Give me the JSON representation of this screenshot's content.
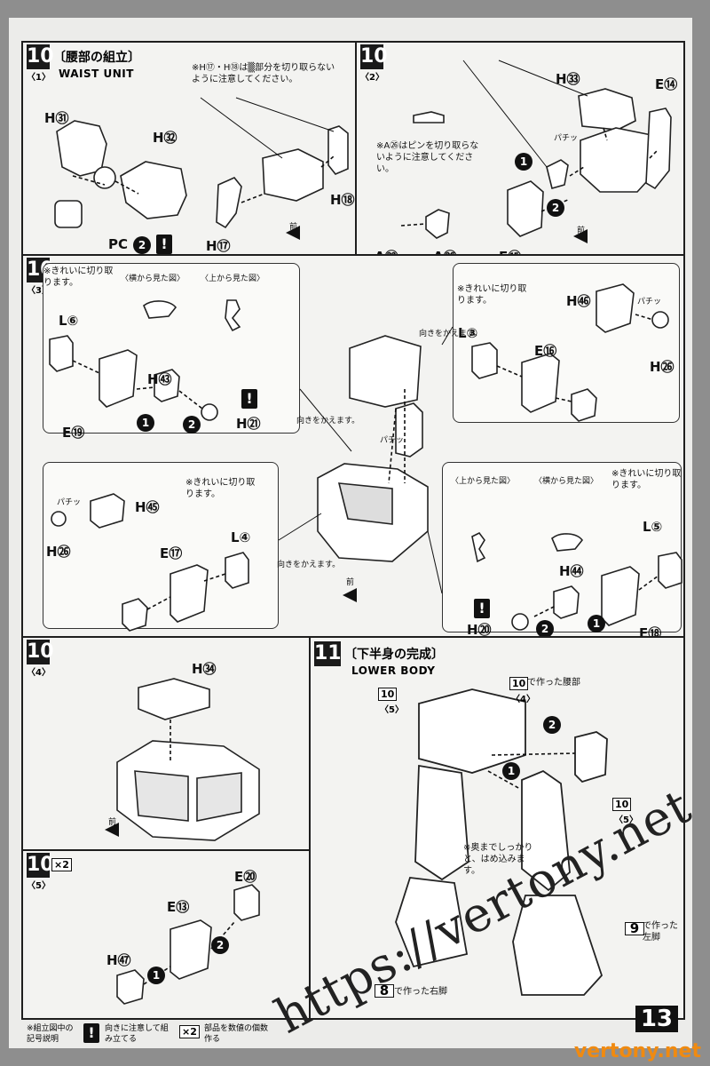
{
  "page_number": "13",
  "brand_watermark": "vertony.net",
  "url_watermark": "https://vertony.net",
  "colors": {
    "brand": "#f08a10",
    "ink": "#111111"
  },
  "step10": {
    "number": "10",
    "sub1": "〈1〉",
    "sub2": "〈2〉",
    "sub3": "〈3〉",
    "sub4": "〈4〉",
    "sub5": "〈5〉",
    "title_jp": "〔腰部の組立〕",
    "title_en": "WAIST UNIT",
    "multiplier": "×2",
    "note_cut": "※H⑰・H⑱は▒部分を切り取らないように注意してください。",
    "note_pin": "※A㉖はピンを切り取らないように注意してください。",
    "note_clean": "※きれいに切り取ります。",
    "side_view": "〈横から見た図〉",
    "top_view": "〈上から見た図〉",
    "turn": "向きをかえます。",
    "front": "前",
    "snap": "パチッ"
  },
  "labels": {
    "h61": "H㉛",
    "h32": "H㉜",
    "pc2": "PC",
    "h17": "H⑰",
    "h18": "H⑱",
    "h33": "H㉝",
    "e14": "E⑭",
    "e15": "E⑮",
    "a22": "A㉒",
    "a26": "A㉖",
    "l6": "L⑥",
    "e19": "E⑲",
    "h43": "H㊸",
    "h21": "H㉑",
    "l3": "L③",
    "e16": "E⑯",
    "h46": "H㊻",
    "h26": "H㉖",
    "h45": "H㊺",
    "h26b": "H㉖",
    "e17": "E⑰",
    "l4": "L④",
    "l5": "L⑤",
    "h44": "H㊹",
    "h20": "H⑳",
    "e18": "E⑱",
    "h34": "H㉞",
    "e13": "E⑬",
    "e20": "E⑳",
    "h47": "H㊼"
  },
  "step11": {
    "number": "11",
    "title_jp": "〔下半身の完成〕",
    "title_en": "LOWER BODY",
    "made_waist": "で作った腰部",
    "push_note": "※奥までしっかりと、はめ込みます。",
    "made_left_leg": "で作った左脚",
    "made_right_leg": "で作った右脚",
    "ref9": "9",
    "ref8": "8"
  },
  "legend": {
    "caption": "※組立図中の記号説明",
    "warn_text": "向きに注意して組み立てる",
    "x2_symbol": "×2",
    "x2_text": "部品を数値の個数作る"
  }
}
